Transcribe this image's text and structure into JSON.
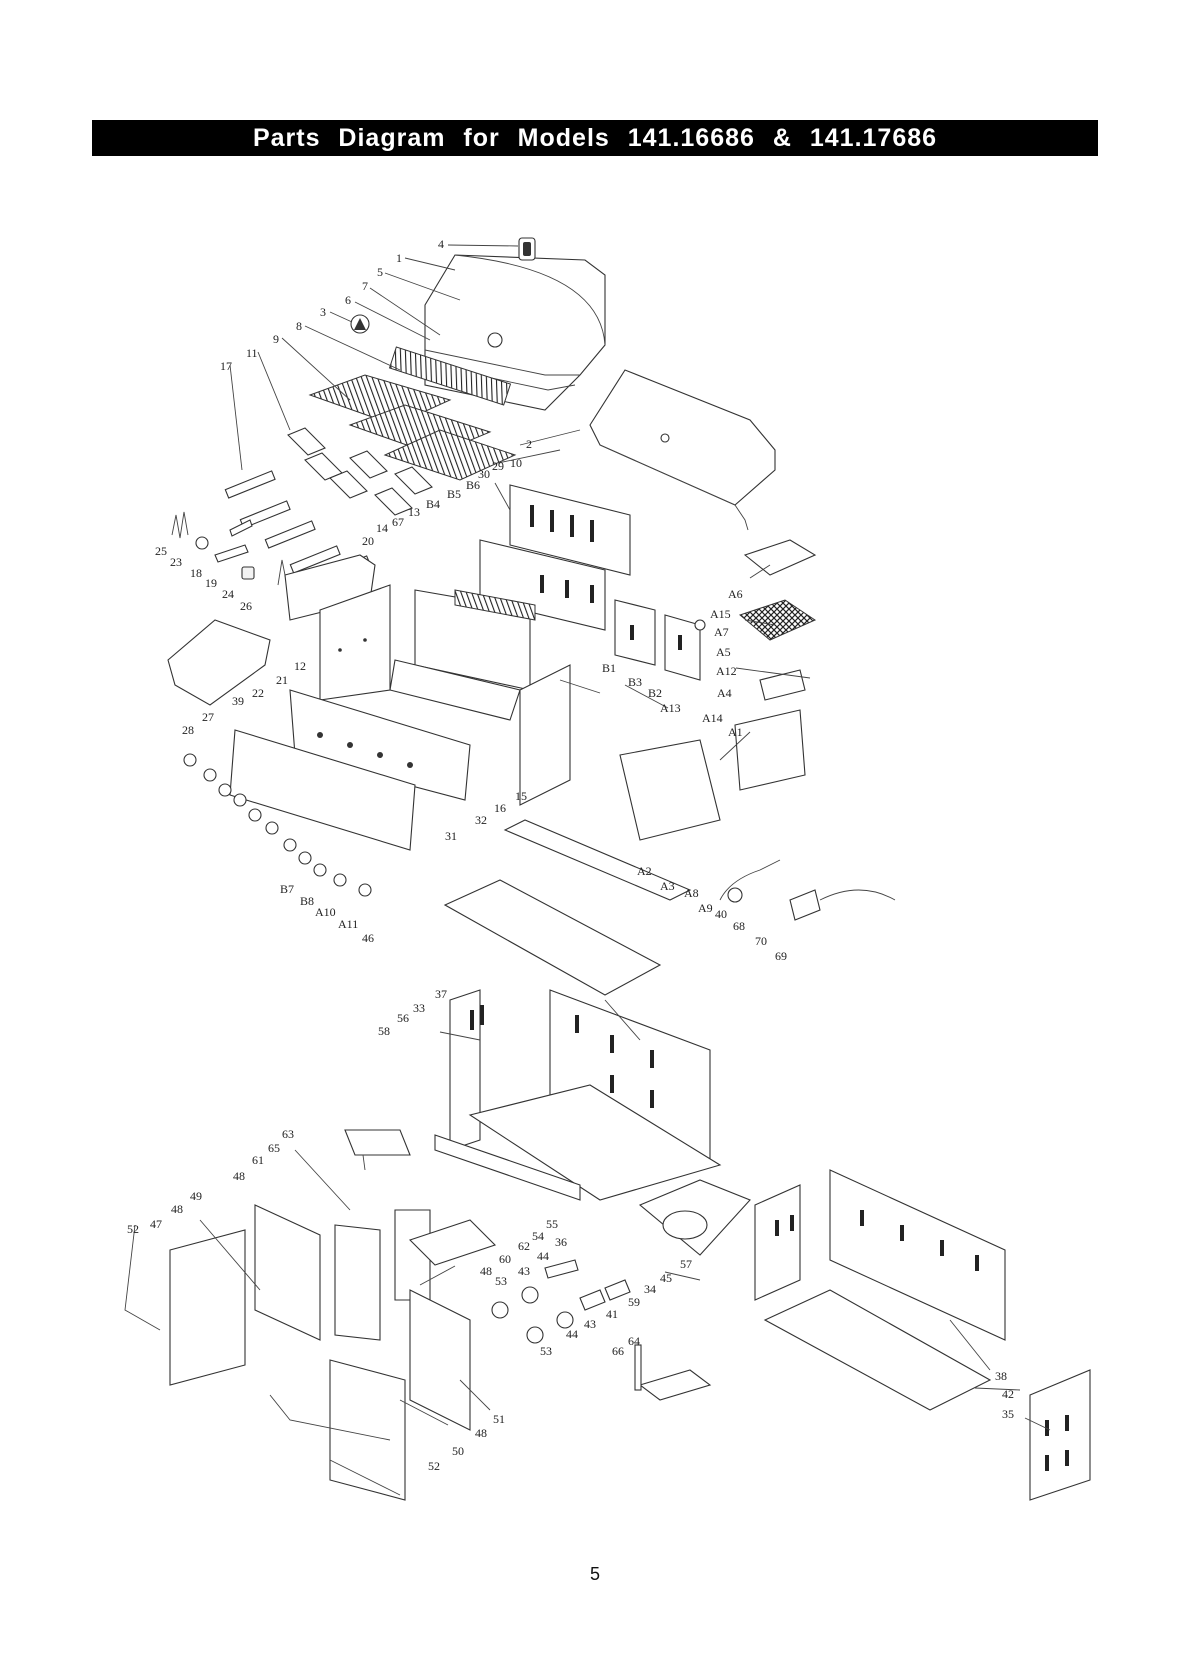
{
  "header": {
    "title": "Parts Diagram for Models 141.16686 & 141.17686"
  },
  "footer": {
    "page_number": "5"
  },
  "labels": [
    {
      "id": "p4",
      "text": "4"
    },
    {
      "id": "p1",
      "text": "1"
    },
    {
      "id": "p5",
      "text": "5"
    },
    {
      "id": "p7",
      "text": "7"
    },
    {
      "id": "p6",
      "text": "6"
    },
    {
      "id": "p3",
      "text": "3"
    },
    {
      "id": "p8",
      "text": "8"
    },
    {
      "id": "p9",
      "text": "9"
    },
    {
      "id": "p11",
      "text": "11"
    },
    {
      "id": "p17",
      "text": "17"
    },
    {
      "id": "p2",
      "text": "2"
    },
    {
      "id": "p10",
      "text": "10"
    },
    {
      "id": "p30",
      "text": "30"
    },
    {
      "id": "p29",
      "text": "29"
    },
    {
      "id": "pB6",
      "text": "B6"
    },
    {
      "id": "pB5",
      "text": "B5"
    },
    {
      "id": "pB4",
      "text": "B4"
    },
    {
      "id": "p13",
      "text": "13"
    },
    {
      "id": "p67",
      "text": "67"
    },
    {
      "id": "p14",
      "text": "14"
    },
    {
      "id": "p20",
      "text": "20"
    },
    {
      "id": "p25",
      "text": "25"
    },
    {
      "id": "p23",
      "text": "23"
    },
    {
      "id": "p18",
      "text": "18"
    },
    {
      "id": "p19",
      "text": "19"
    },
    {
      "id": "p24",
      "text": "24"
    },
    {
      "id": "p26",
      "text": "26"
    },
    {
      "id": "pA6",
      "text": "A6"
    },
    {
      "id": "pA15",
      "text": "A15"
    },
    {
      "id": "pA7",
      "text": "A7"
    },
    {
      "id": "pA5",
      "text": "A5"
    },
    {
      "id": "pA12",
      "text": "A12"
    },
    {
      "id": "pA4",
      "text": "A4"
    },
    {
      "id": "pB1",
      "text": "B1"
    },
    {
      "id": "pB3",
      "text": "B3"
    },
    {
      "id": "pB2",
      "text": "B2"
    },
    {
      "id": "pA13",
      "text": "A13"
    },
    {
      "id": "pA14",
      "text": "A14"
    },
    {
      "id": "pA1",
      "text": "A1"
    },
    {
      "id": "p39",
      "text": "39"
    },
    {
      "id": "p12",
      "text": "12"
    },
    {
      "id": "p21",
      "text": "21"
    },
    {
      "id": "p22",
      "text": "22"
    },
    {
      "id": "p27",
      "text": "27"
    },
    {
      "id": "p28",
      "text": "28"
    },
    {
      "id": "p16",
      "text": "16"
    },
    {
      "id": "p15",
      "text": "15"
    },
    {
      "id": "p32",
      "text": "32"
    },
    {
      "id": "p31",
      "text": "31"
    },
    {
      "id": "pA2",
      "text": "A2"
    },
    {
      "id": "pA3",
      "text": "A3"
    },
    {
      "id": "pA8",
      "text": "A8"
    },
    {
      "id": "pA9",
      "text": "A9"
    },
    {
      "id": "p40",
      "text": "40"
    },
    {
      "id": "p68",
      "text": "68"
    },
    {
      "id": "p70",
      "text": "70"
    },
    {
      "id": "p69",
      "text": "69"
    },
    {
      "id": "pB7",
      "text": "B7"
    },
    {
      "id": "pB8",
      "text": "B8"
    },
    {
      "id": "pA10",
      "text": "A10"
    },
    {
      "id": "pA11",
      "text": "A11"
    },
    {
      "id": "p46",
      "text": "46"
    },
    {
      "id": "p37",
      "text": "37"
    },
    {
      "id": "p33",
      "text": "33"
    },
    {
      "id": "p56",
      "text": "56"
    },
    {
      "id": "p58",
      "text": "58"
    },
    {
      "id": "p63",
      "text": "63"
    },
    {
      "id": "p65",
      "text": "65"
    },
    {
      "id": "p61",
      "text": "61"
    },
    {
      "id": "p48a",
      "text": "48"
    },
    {
      "id": "p49",
      "text": "49"
    },
    {
      "id": "p48b",
      "text": "48"
    },
    {
      "id": "p47",
      "text": "47"
    },
    {
      "id": "p52a",
      "text": "52"
    },
    {
      "id": "p60",
      "text": "60"
    },
    {
      "id": "p62",
      "text": "62"
    },
    {
      "id": "p54",
      "text": "54"
    },
    {
      "id": "p55",
      "text": "55"
    },
    {
      "id": "p36",
      "text": "36"
    },
    {
      "id": "p44a",
      "text": "44"
    },
    {
      "id": "p48c",
      "text": "48"
    },
    {
      "id": "p53a",
      "text": "53"
    },
    {
      "id": "p43a",
      "text": "43"
    },
    {
      "id": "p57",
      "text": "57"
    },
    {
      "id": "p45",
      "text": "45"
    },
    {
      "id": "p34",
      "text": "34"
    },
    {
      "id": "p59",
      "text": "59"
    },
    {
      "id": "p41",
      "text": "41"
    },
    {
      "id": "p43b",
      "text": "43"
    },
    {
      "id": "p44b",
      "text": "44"
    },
    {
      "id": "p53b",
      "text": "53"
    },
    {
      "id": "p66",
      "text": "66"
    },
    {
      "id": "p64",
      "text": "64"
    },
    {
      "id": "p38",
      "text": "38"
    },
    {
      "id": "p42",
      "text": "42"
    },
    {
      "id": "p35",
      "text": "35"
    },
    {
      "id": "p51",
      "text": "51"
    },
    {
      "id": "p48d",
      "text": "48"
    },
    {
      "id": "p50",
      "text": "50"
    },
    {
      "id": "p52b",
      "text": "52"
    }
  ]
}
